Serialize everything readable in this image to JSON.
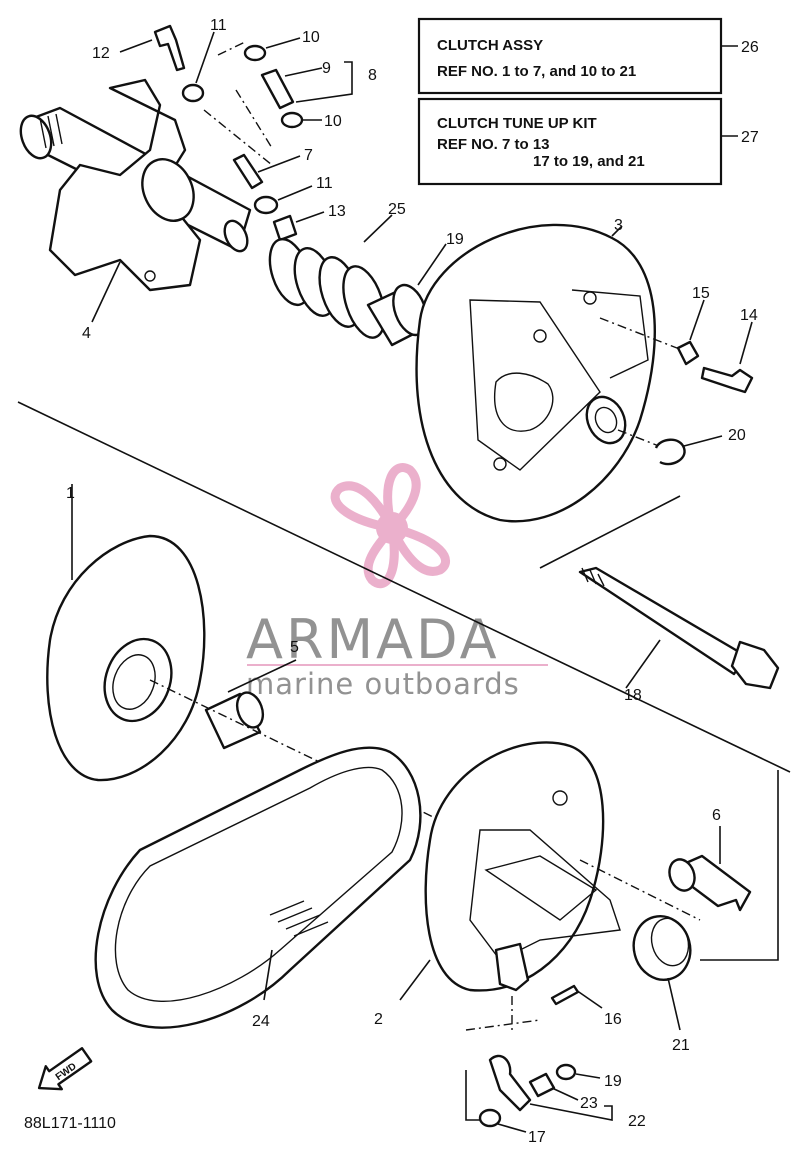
{
  "boxes": [
    {
      "lines": [
        "CLUTCH ASSY",
        "REF NO. 1 to 7, and 10 to 21"
      ],
      "ref": "26"
    },
    {
      "lines": [
        "CLUTCH TUNE UP KIT",
        "REF NO. 7 to 13",
        "17 to 19, and 21"
      ],
      "ref": "27"
    }
  ],
  "callouts": [
    "1",
    "2",
    "3",
    "4",
    "5",
    "6",
    "7",
    "8",
    "9",
    "10",
    "10",
    "11",
    "11",
    "12",
    "13",
    "14",
    "15",
    "16",
    "17",
    "18",
    "19",
    "19",
    "20",
    "21",
    "22",
    "23",
    "24",
    "25"
  ],
  "watermark": {
    "brand": "ARMADA",
    "tagline": "marine outboards",
    "accent_color": "#e8a3c4",
    "text_color": "#7f7f7f"
  },
  "badge": {
    "label": "FWD"
  },
  "footer": {
    "code": "88L171-1110"
  }
}
